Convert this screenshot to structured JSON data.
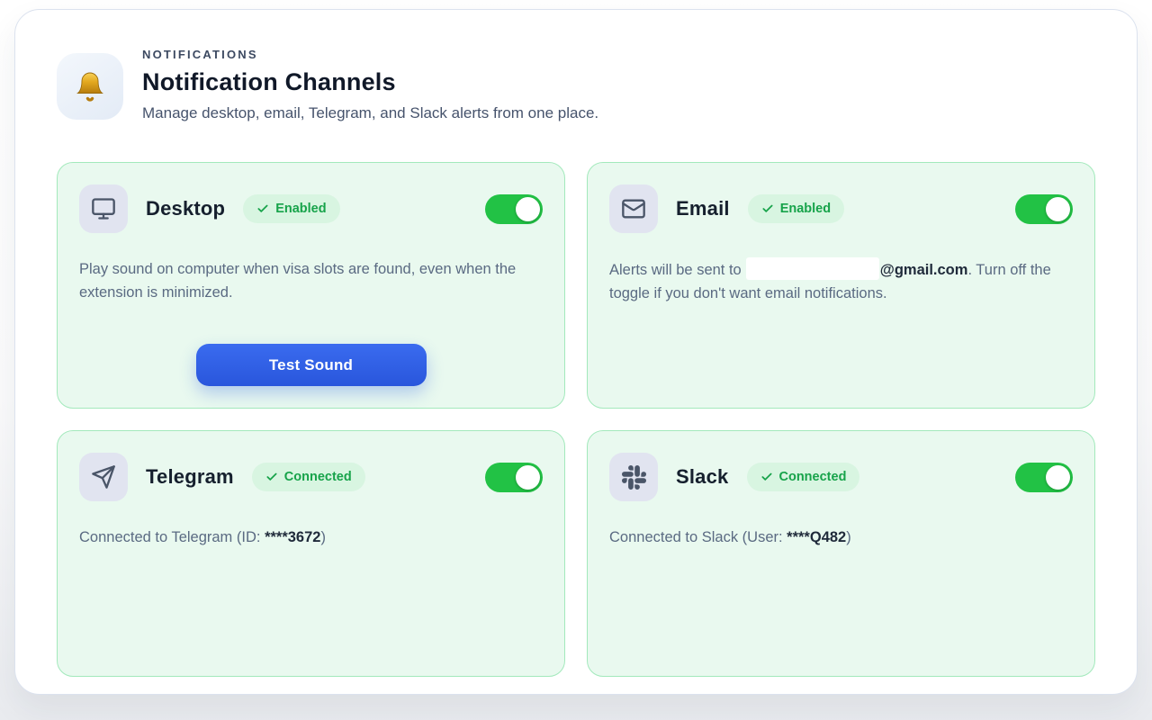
{
  "header": {
    "eyebrow": "NOTIFICATIONS",
    "title": "Notification Channels",
    "subtitle": "Manage desktop, email, Telegram, and Slack alerts from one place.",
    "icon": "bell-icon"
  },
  "cards": {
    "desktop": {
      "icon": "monitor-icon",
      "title": "Desktop",
      "badge": "Enabled",
      "toggle": "on",
      "description": "Play sound on computer when visa slots are found, even when the extension is minimized.",
      "button_label": "Test Sound"
    },
    "email": {
      "icon": "mail-icon",
      "title": "Email",
      "badge": "Enabled",
      "toggle": "on",
      "description_prefix": "Alerts will be sent to",
      "email_domain": "@gmail.com",
      "description_suffix": ". Turn off the toggle if you don't want email notifications."
    },
    "telegram": {
      "icon": "send-icon",
      "title": "Telegram",
      "badge": "Connected",
      "toggle": "on",
      "description_prefix": "Connected to Telegram (ID: ",
      "masked_id": "****3672",
      "description_suffix": ")"
    },
    "slack": {
      "icon": "slack-icon",
      "title": "Slack",
      "badge": "Connected",
      "toggle": "on",
      "description_prefix": "Connected to Slack (User: ",
      "masked_user": "****Q482",
      "description_suffix": ")"
    }
  },
  "colors": {
    "accent_green": "#22c245",
    "badge_text": "#17a34a",
    "badge_bg": "#d8f5e1",
    "card_bg": "#e9f9ef",
    "card_border": "#a3e9bc",
    "button_blue": "#2d61e6",
    "icon_tile_bg": "#e1e4f0",
    "icon_stroke": "#4a5568"
  }
}
